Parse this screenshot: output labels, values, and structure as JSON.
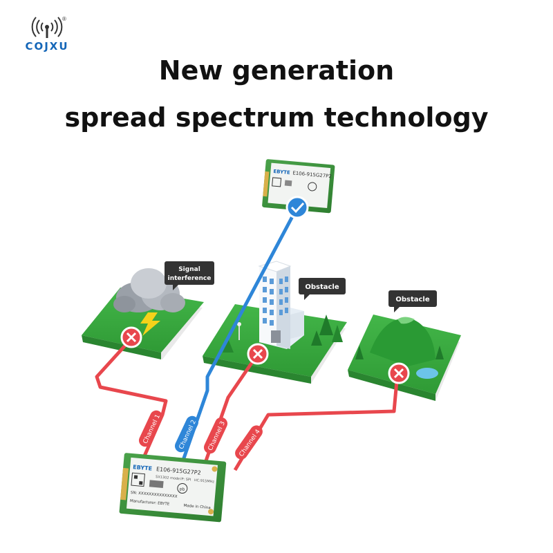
{
  "brand": {
    "name": "COJXU",
    "mark": "®"
  },
  "headline": {
    "line1": "New generation",
    "line2": "spread spectrum technology"
  },
  "callouts": {
    "interference_line1": "Signal",
    "interference_line2": "interference",
    "obstacle_building": "Obstacle",
    "obstacle_mountain": "Obstacle"
  },
  "channels": [
    "Channel 1",
    "Channel 2",
    "Channel 3",
    "Channel 4"
  ],
  "module_top": {
    "brand": "EBYTE",
    "model": "E106-915G27P2"
  },
  "module_bottom": {
    "brand": "EBYTE",
    "model": "E106-915G27P2",
    "line2": "SX1302 mode",
    "line2b": "IP: SPI",
    "line2c": "HC:915MHz",
    "sn": "SN: XXXXXXXXXXXXXXX",
    "maker": "Manufacturer: EBYTE",
    "origin": "Made in China"
  },
  "colors": {
    "red": "#e8474d",
    "blue": "#2e86d8",
    "grass": "#35a83c",
    "pcb": "#3a8f3a",
    "brand": "#1466b8"
  }
}
